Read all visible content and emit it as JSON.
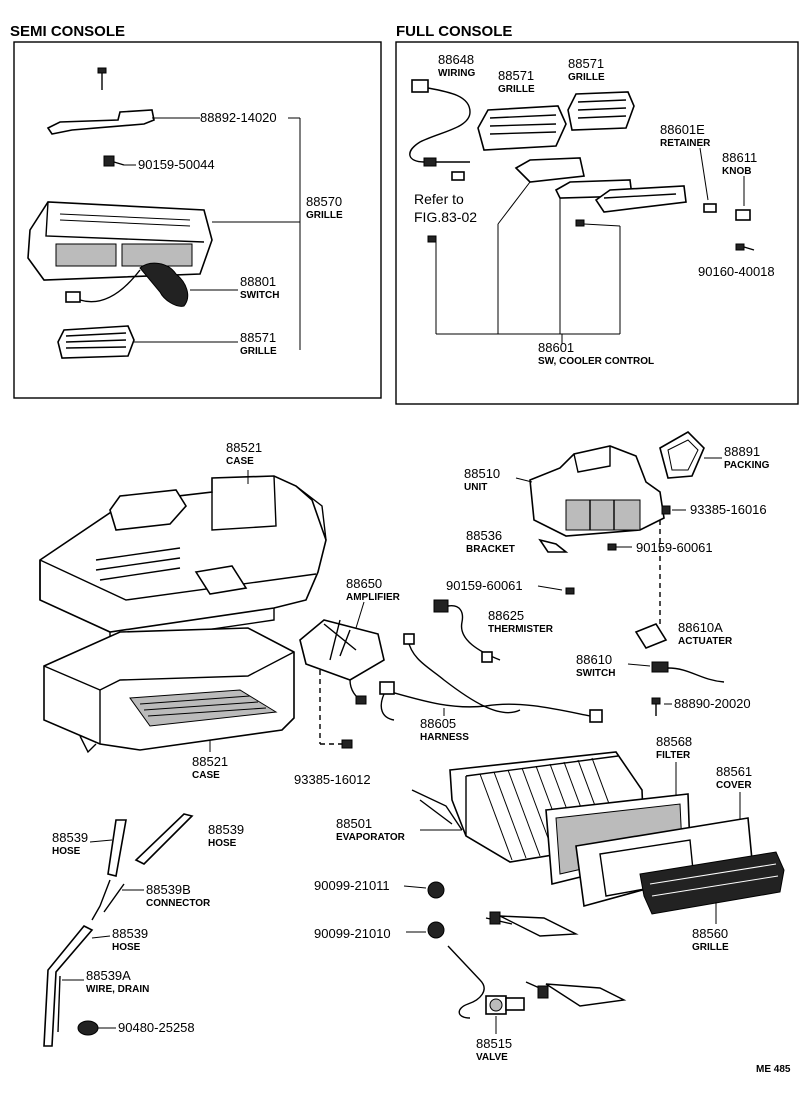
{
  "sections": {
    "semi": "SEMI CONSOLE",
    "full": "FULL CONSOLE"
  },
  "labels": {
    "semi_88892": "88892-14020",
    "semi_90159": "90159-50044",
    "semi_88570": "88570",
    "semi_88570_cap": "GRILLE",
    "semi_88801": "88801",
    "semi_88801_cap": "SWITCH",
    "semi_88571": "88571",
    "semi_88571_cap": "GRILLE",
    "full_88648": "88648",
    "full_88648_cap": "WIRING",
    "full_88571a": "88571",
    "full_88571a_cap": "GRILLE",
    "full_88571b": "88571",
    "full_88571b_cap": "GRILLE",
    "full_88601E": "88601E",
    "full_88601E_cap": "RETAINER",
    "full_88611": "88611",
    "full_88611_cap": "KNOB",
    "full_refer1": "Refer to",
    "full_refer2": "FIG.83-02",
    "full_90160": "90160-40018",
    "full_88601": "88601",
    "full_88601_cap": "SW, COOLER CONTROL",
    "p88521a": "88521",
    "p88521a_cap": "CASE",
    "p88510": "88510",
    "p88510_cap": "UNIT",
    "p88891": "88891",
    "p88891_cap": "PACKING",
    "p93385_16016": "93385-16016",
    "p88536": "88536",
    "p88536_cap": "BRACKET",
    "p90159_60061a": "90159-60061",
    "p88650": "88650",
    "p88650_cap": "AMPLIFIER",
    "p90159_60061b": "90159-60061",
    "p88625": "88625",
    "p88625_cap": "THERMISTER",
    "p88610A": "88610A",
    "p88610A_cap": "ACTUATER",
    "p88610": "88610",
    "p88610_cap": "SWITCH",
    "p88890": "88890-20020",
    "p88605": "88605",
    "p88605_cap": "HARNESS",
    "p88521b": "88521",
    "p88521b_cap": "CASE",
    "p93385_16012": "93385-16012",
    "p88568": "88568",
    "p88568_cap": "FILTER",
    "p88561": "88561",
    "p88561_cap": "COVER",
    "p88501": "88501",
    "p88501_cap": "EVAPORATOR",
    "p88539a": "88539",
    "p88539a_cap": "HOSE",
    "p88539b": "88539",
    "p88539b_cap": "HOSE",
    "p88539B": "88539B",
    "p88539B_cap": "CONNECTOR",
    "p88539c": "88539",
    "p88539c_cap": "HOSE",
    "p88539A": "88539A",
    "p88539A_cap": "WIRE, DRAIN",
    "p90480": "90480-25258",
    "p90099_21011": "90099-21011",
    "p90099_21010": "90099-21010",
    "p88560": "88560",
    "p88560_cap": "GRILLE",
    "p88515": "88515",
    "p88515_cap": "VALVE",
    "code": "ME 485"
  }
}
